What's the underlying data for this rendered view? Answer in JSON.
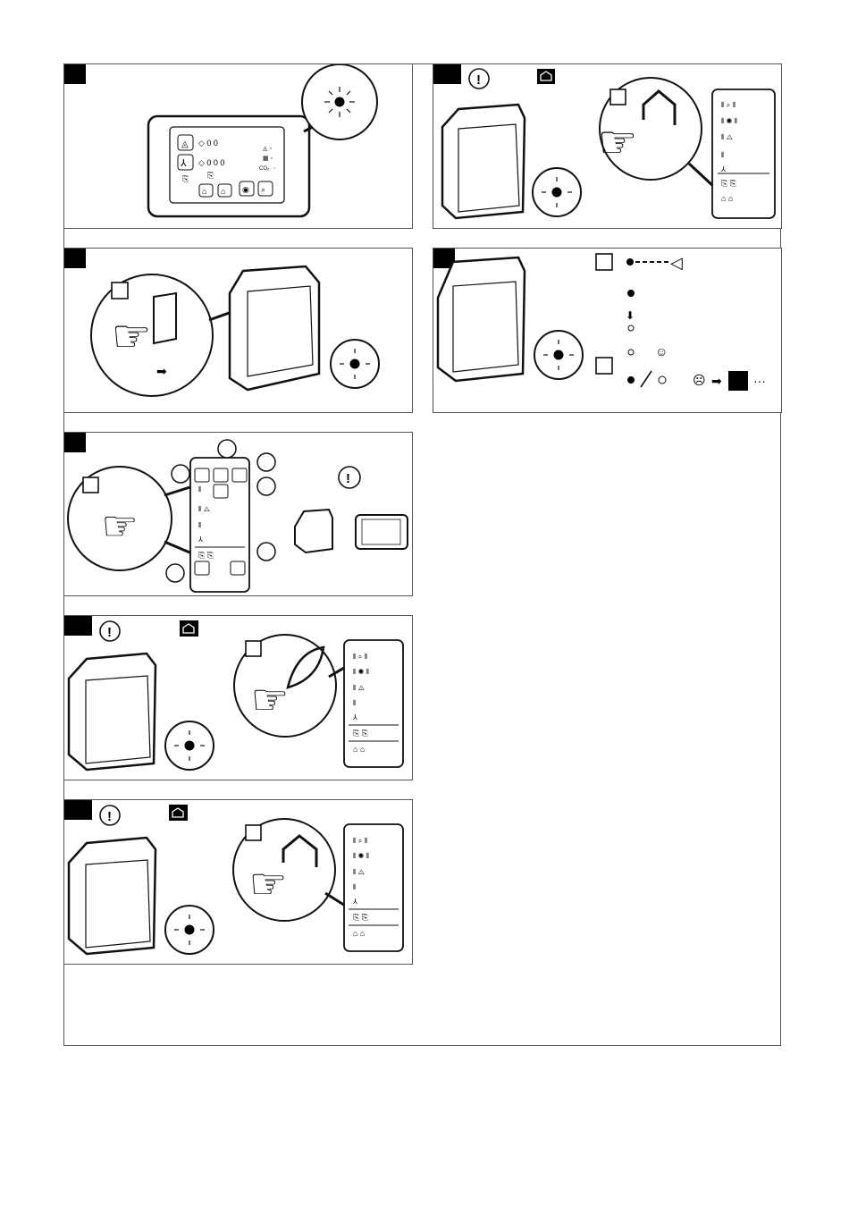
{
  "panels": [
    {
      "id": "1",
      "topic": "control-panel-led-blink"
    },
    {
      "id": "2",
      "topic": "away-mode-button"
    },
    {
      "id": "3",
      "topic": "open-device-cover"
    },
    {
      "id": "4",
      "topic": "led-check"
    },
    {
      "id": "5",
      "topic": "control-panel-buttons"
    },
    {
      "id": "6",
      "topic": "eco-mode-button"
    },
    {
      "id": "7",
      "topic": "away-mode-exit-button"
    }
  ],
  "icons": {
    "warning": "exclamation-circle-icon",
    "home": "house-arrow-icon",
    "hand": "pointing-hand-icon",
    "led": "blinking-led-icon",
    "eye": "eye-icon",
    "smile": "smiley-icon",
    "frown": "frowning-icon",
    "arrow": "arrow-right-icon",
    "more": "ellipsis-icon"
  },
  "panel_labels": {
    "co2": "CO₂",
    "ellipsis": "···"
  },
  "colors": {
    "ink": "#111111",
    "border": "#555555",
    "background": "#ffffff"
  }
}
